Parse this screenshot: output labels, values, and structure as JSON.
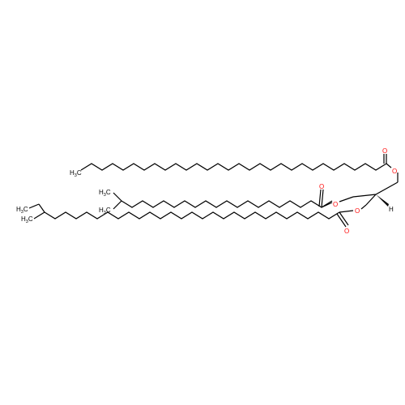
{
  "colors": {
    "bond": "#000000",
    "oxygen": "#ff0d0d",
    "carbon": "#000000",
    "hydrogen": "#000000"
  },
  "atoms": {
    "o_ester1_single": "O",
    "o_ester1_double": "O",
    "o_ester2_single": "O",
    "o_ester2_double": "O",
    "o_ester3_single": "O",
    "o_ester3_double": "O",
    "stereo_h": "H",
    "ch3_top": {
      "main": "H",
      "sub": "3",
      "tail": "C"
    },
    "ch3_iso_a": {
      "main": "H",
      "sub": "3",
      "tail": "C"
    },
    "ch3_iso_b": {
      "main": "H",
      "sub": "3",
      "tail": "C"
    },
    "ch3_ethyl": {
      "main": "H",
      "sub": "3",
      "tail": "C"
    },
    "ch3_branch": {
      "main": "H",
      "sub": "3",
      "tail": "C"
    }
  }
}
